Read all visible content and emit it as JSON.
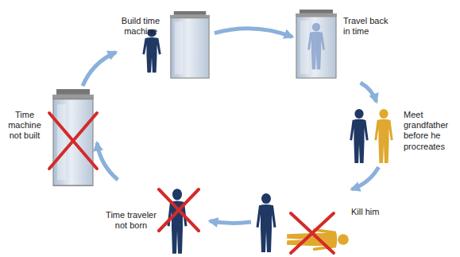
{
  "diagram": {
    "nodes": [
      {
        "text": [
          "Build time machine"
        ]
      },
      {
        "text": [
          "Travel back in time"
        ]
      },
      {
        "text": [
          "Meet grandfather before he procreates"
        ]
      },
      {
        "text": [
          "Kill him"
        ]
      },
      {
        "text": [
          "Time traveler not born"
        ]
      },
      {
        "text": [
          "Time machine not built"
        ]
      }
    ],
    "edges": [
      {
        "from": 0,
        "to": 1,
        "arrow": "to"
      },
      {
        "from": 1,
        "to": 2,
        "arrow": "to"
      },
      {
        "from": 2,
        "to": 3,
        "arrow": "to"
      },
      {
        "from": 3,
        "to": 4,
        "arrow": "to"
      },
      {
        "from": 4,
        "to": 5,
        "arrow": "to"
      },
      {
        "from": 5,
        "to": 0,
        "arrow": "to"
      }
    ]
  }
}
